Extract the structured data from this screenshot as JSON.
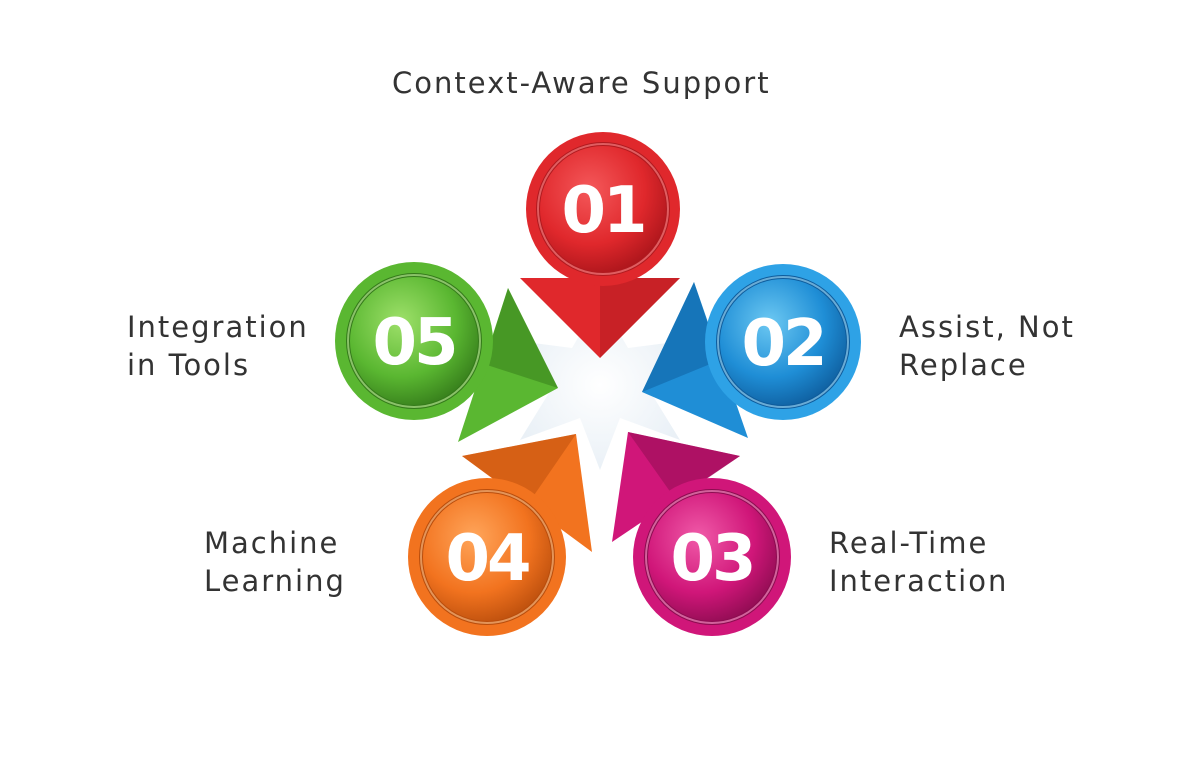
{
  "steps": [
    {
      "number": "01",
      "label_lines": [
        "Context-Aware Support"
      ],
      "color": "#e0282c"
    },
    {
      "number": "02",
      "label_lines": [
        "Assist, Not",
        "Replace"
      ],
      "color": "#1f8ed6"
    },
    {
      "number": "03",
      "label_lines": [
        "Real-Time",
        "Interaction"
      ],
      "color": "#d01679"
    },
    {
      "number": "04",
      "label_lines": [
        "Machine",
        "Learning"
      ],
      "color": "#f2731f"
    },
    {
      "number": "05",
      "label_lines": [
        "Integration",
        "in Tools"
      ],
      "color": "#5ab731"
    }
  ]
}
